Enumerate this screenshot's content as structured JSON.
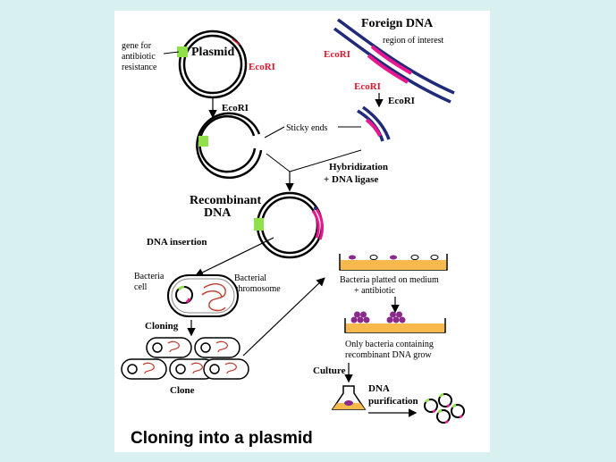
{
  "labels": {
    "gene_for_resistance": [
      "gene for",
      "antibiotic",
      "resistance"
    ],
    "plasmid": "Plasmid",
    "ecori_plasmid": "EcoRI",
    "foreign_dna": "Foreign DNA",
    "region_of_interest": "region of interest",
    "ecori_foreign_left": "EcoRI",
    "ecori_foreign_bottom": "EcoRI",
    "ecori_arrow_left": "EcoRI",
    "ecori_arrow_right": "EcoRI",
    "sticky_ends": "Sticky ends",
    "hybridization": "Hybridization",
    "dna_ligase": "+ DNA ligase",
    "recombinant": "Recombinant",
    "recombinant_dna": "DNA",
    "dna_insertion": "DNA insertion",
    "bacteria_cell": [
      "Bacteria",
      "cell"
    ],
    "bacterial_chromosome": [
      "Bacterial",
      "chromosome"
    ],
    "cloning": "Cloning",
    "clone": "Clone",
    "platted": [
      "Bacteria platted on medium",
      "+ antibiotic"
    ],
    "only_bacteria": [
      "Only bacteria containing",
      "recombinant DNA grow"
    ],
    "culture": "Culture",
    "dna_purification": [
      "DNA",
      "purification"
    ]
  },
  "title": "Cloning into a plasmid",
  "colors": {
    "background": "#d8f1f0",
    "red_label": "#e0162b",
    "dna_blue": "#1f2a78",
    "insert_pink": "#e8178f",
    "resistance_green": "#8fe04a",
    "medium_orange": "#f7b94c",
    "colony_purple": "#8a2a8a"
  }
}
